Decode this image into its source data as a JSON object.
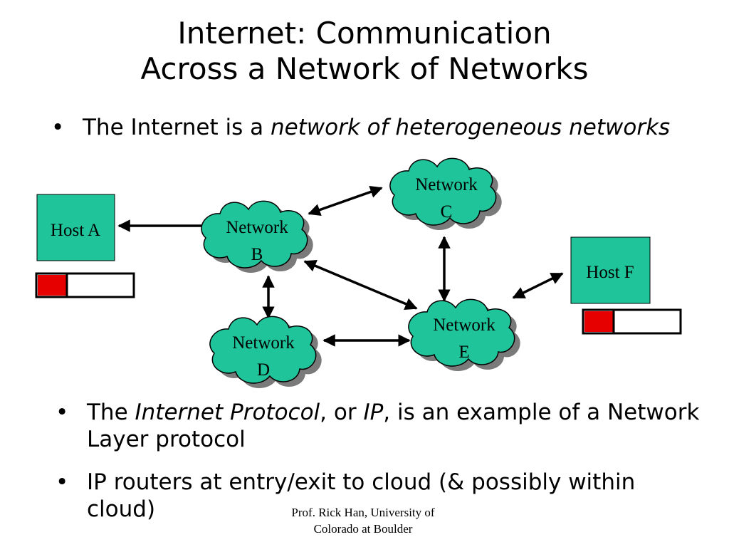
{
  "title": {
    "line1": "Internet: Communication",
    "line2": "Across a Network of Networks"
  },
  "bullets": [
    {
      "parts": [
        "The Internet is a ",
        "network of heterogeneous networks"
      ]
    },
    {
      "parts": [
        "The ",
        "Internet Protocol",
        ", or ",
        "IP",
        ", is an example of a Network Layer protocol"
      ]
    },
    {
      "text": "IP routers at entry/exit to cloud (& possibly within cloud)"
    }
  ],
  "diagram": {
    "hosts": [
      {
        "id": "host-a",
        "label": "Host A"
      },
      {
        "id": "host-f",
        "label": "Host F"
      }
    ],
    "networks": [
      {
        "id": "network-b",
        "line1": "Network",
        "line2": "B"
      },
      {
        "id": "network-c",
        "line1": "Network",
        "line2": "C"
      },
      {
        "id": "network-d",
        "line1": "Network",
        "line2": "D"
      },
      {
        "id": "network-e",
        "line1": "Network",
        "line2": "E"
      }
    ],
    "colors": {
      "fill": "#1fc49a",
      "shadow": "#7a7a7a",
      "packet_header": "#e60000"
    }
  },
  "footer": {
    "line1": "Prof. Rick Han, University of",
    "line2": "Colorado at Boulder"
  }
}
